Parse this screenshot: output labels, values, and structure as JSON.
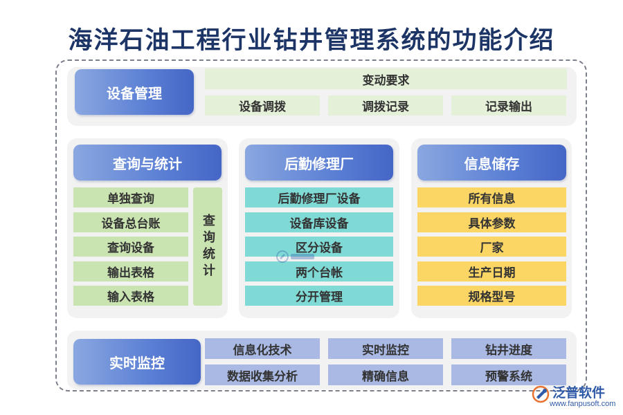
{
  "title": "海洋石油工程行业钻井管理系统的功能介绍",
  "equipment": {
    "header": "设备管理",
    "top_item": "变动要求",
    "items": [
      "设备调拨",
      "调拨记录",
      "记录输出"
    ]
  },
  "query": {
    "header": "查询与统计",
    "items": [
      "单独查询",
      "设备总台账",
      "查询设备",
      "输出表格",
      "输入表格"
    ],
    "side_label": "查询统计"
  },
  "logistics": {
    "header": "后勤修理厂",
    "items": [
      "后勤修理厂设备",
      "设备库设备",
      "区分设备",
      "两个台帐",
      "分开管理"
    ]
  },
  "storage": {
    "header": "信息储存",
    "items": [
      "所有信息",
      "具体参数",
      "厂家",
      "生产日期",
      "规格型号"
    ]
  },
  "monitor": {
    "header": "实时监控",
    "items": [
      "信息化技术",
      "实时监控",
      "钻井进度",
      "数据收集分析",
      "精确信息",
      "预警系统"
    ]
  },
  "logo": {
    "name": "泛普软件",
    "url": "www.fanpusoft.com"
  },
  "colors": {
    "header_blue": "#5b7fd4",
    "title": "#1d3566",
    "green": "#c9e3b1",
    "teal": "#7fd9d5",
    "yellow": "#fcd664",
    "blue_pill": "#a9b9e4"
  }
}
